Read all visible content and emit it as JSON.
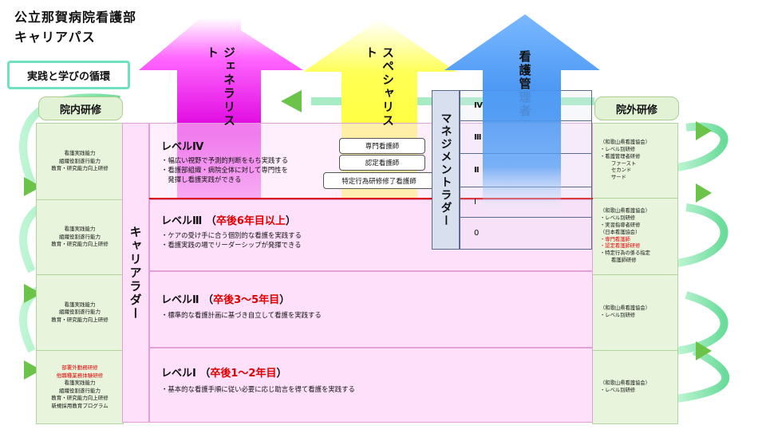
{
  "title": {
    "line1": "公立那賀病院看護部",
    "line2": "キャリアパス"
  },
  "cycle_label": "実践と学びの循環",
  "left_header": "院内研修",
  "right_header": "院外研修",
  "left_cells": [
    {
      "lines": [
        {
          "t": "看護実践能力",
          "red": false
        },
        {
          "t": "組織役割遂行能力",
          "red": false
        },
        {
          "t": "教育・研究能力向上研修",
          "red": false
        }
      ]
    },
    {
      "lines": [
        {
          "t": "看護実践能力",
          "red": false
        },
        {
          "t": "組織役割遂行能力",
          "red": false
        },
        {
          "t": "教育・研究能力向上研修",
          "red": false
        }
      ]
    },
    {
      "lines": [
        {
          "t": "看護実践能力",
          "red": false
        },
        {
          "t": "組織役割遂行能力",
          "red": false
        },
        {
          "t": "教育・研究能力向上研修",
          "red": false
        }
      ]
    },
    {
      "lines": [
        {
          "t": "部署外勤務研修",
          "red": true
        },
        {
          "t": "他職種業務体験研修",
          "red": true
        },
        {
          "t": "看護実践能力",
          "red": false
        },
        {
          "t": "組織役割遂行能力",
          "red": false
        },
        {
          "t": "教育・研究能力向上研修",
          "red": false
        },
        {
          "t": "新規採用教育プログラム",
          "red": false
        }
      ]
    }
  ],
  "right_cells": [
    {
      "lines": [
        {
          "t": "（和歌山県看護協会）",
          "red": false,
          "ind": false
        },
        {
          "t": "・レベル別研修",
          "red": false,
          "ind": false
        },
        {
          "t": "・看護管理者研修",
          "red": false,
          "ind": false
        },
        {
          "t": "ファースト",
          "red": false,
          "ind": true
        },
        {
          "t": "セカンド",
          "red": false,
          "ind": true
        },
        {
          "t": "サード",
          "red": false,
          "ind": true
        }
      ]
    },
    {
      "lines": [
        {
          "t": "（和歌山県看護協会）",
          "red": false,
          "ind": false
        },
        {
          "t": "・レベル別研修",
          "red": false,
          "ind": false
        },
        {
          "t": "・実習指導者研修",
          "red": false,
          "ind": false
        },
        {
          "t": "（日本看護協会）",
          "red": false,
          "ind": false
        },
        {
          "t": "・専門看護師",
          "red": true,
          "ind": false
        },
        {
          "t": "・認定看護師研修",
          "red": true,
          "ind": false
        },
        {
          "t": "・特定行為の係る指定",
          "red": false,
          "ind": false
        },
        {
          "t": "看護師研修",
          "red": false,
          "ind": true
        }
      ]
    },
    {
      "lines": [
        {
          "t": "（和歌山県看護協会）",
          "red": false,
          "ind": false
        },
        {
          "t": "・レベル別研修",
          "red": false,
          "ind": false
        }
      ]
    },
    {
      "lines": [
        {
          "t": "（和歌山県看護協会）",
          "red": false,
          "ind": false
        },
        {
          "t": "・レベル別研修",
          "red": false,
          "ind": false
        }
      ]
    }
  ],
  "ladder_label": "キャリアラダー",
  "levels": [
    {
      "name": "レベルⅣ",
      "qualifier": "",
      "years": "",
      "qualifier_end": "",
      "desc": [
        "・幅広い視野で予測的判断をもち実践する",
        "・看護部組織・病院全体に対して専門性を",
        "　発揮し看護実践ができる"
      ]
    },
    {
      "name": "レベルⅢ",
      "qualifier": "（",
      "years": "卒後6年目以上",
      "qualifier_end": "）",
      "desc": [
        "・ケアの受け手に合う個別的な看護を実践する",
        "・看護実践の場でリーダーシップが発揮できる"
      ]
    },
    {
      "name": "レベルⅡ",
      "qualifier": "（",
      "years": "卒後3～5年目",
      "qualifier_end": "）",
      "desc": [
        "・標準的な看護計画に基づき自立して看護を実践する"
      ]
    },
    {
      "name": "レベルⅠ",
      "qualifier": "（",
      "years": "卒後1～2年目",
      "qualifier_end": "）",
      "desc": [
        "・基本的な看護手順に従い必要に応じ助言を得て看護を実践する"
      ]
    }
  ],
  "arrows": {
    "generalist": "ジェネラリスト",
    "specialist": "スペシャリスト",
    "manager": "看護管理者"
  },
  "specialist_boxes": [
    "専門看護師",
    "認定看護師",
    "特定行為研修修了看護師"
  ],
  "management_ladder_label": "マネジメントラダー",
  "management_levels": [
    "Ⅳ",
    "Ⅲ",
    "Ⅱ",
    "Ⅰ",
    "0"
  ],
  "colors": {
    "generalist_arrow": "#dd00dd",
    "specialist_arrow": "#ffff33",
    "manager_arrow": "#3d8ef0",
    "level_fill": "#ffe0fa",
    "side_fill": "#e8f5dc",
    "cycle_arrow": "#7fe8b0"
  }
}
